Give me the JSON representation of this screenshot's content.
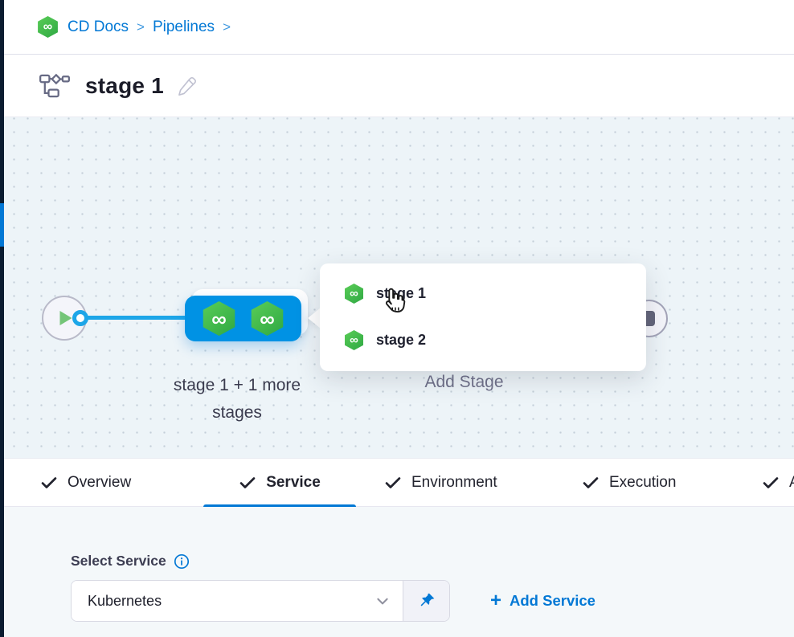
{
  "colors": {
    "accent": "#0278d5",
    "node-blue": "#0092e4",
    "green-start": "#54c854",
    "green-end": "#35ad46",
    "connector": "#1da6e8",
    "rail": "#0b1c30",
    "canvas-bg": "#edf4f8"
  },
  "breadcrumb": {
    "items": [
      "CD Docs",
      "Pipelines"
    ],
    "separator": ">"
  },
  "header": {
    "title": "stage 1"
  },
  "canvas": {
    "infinity_glyph": "∞",
    "stage_group": {
      "label_line1": "stage 1 + 1 more",
      "label_line2": "stages"
    },
    "popup": {
      "items": [
        {
          "label": "stage 1"
        },
        {
          "label": "stage 2"
        }
      ]
    },
    "add_stage_label": "Add Stage"
  },
  "tabs": [
    {
      "label": "Overview"
    },
    {
      "label": "Service",
      "active": true
    },
    {
      "label": "Environment"
    },
    {
      "label": "Execution"
    },
    {
      "label": "A"
    }
  ],
  "service_form": {
    "label": "Select Service",
    "select_value": "Kubernetes",
    "plus_glyph": "+",
    "add_service_label": "Add Service"
  }
}
